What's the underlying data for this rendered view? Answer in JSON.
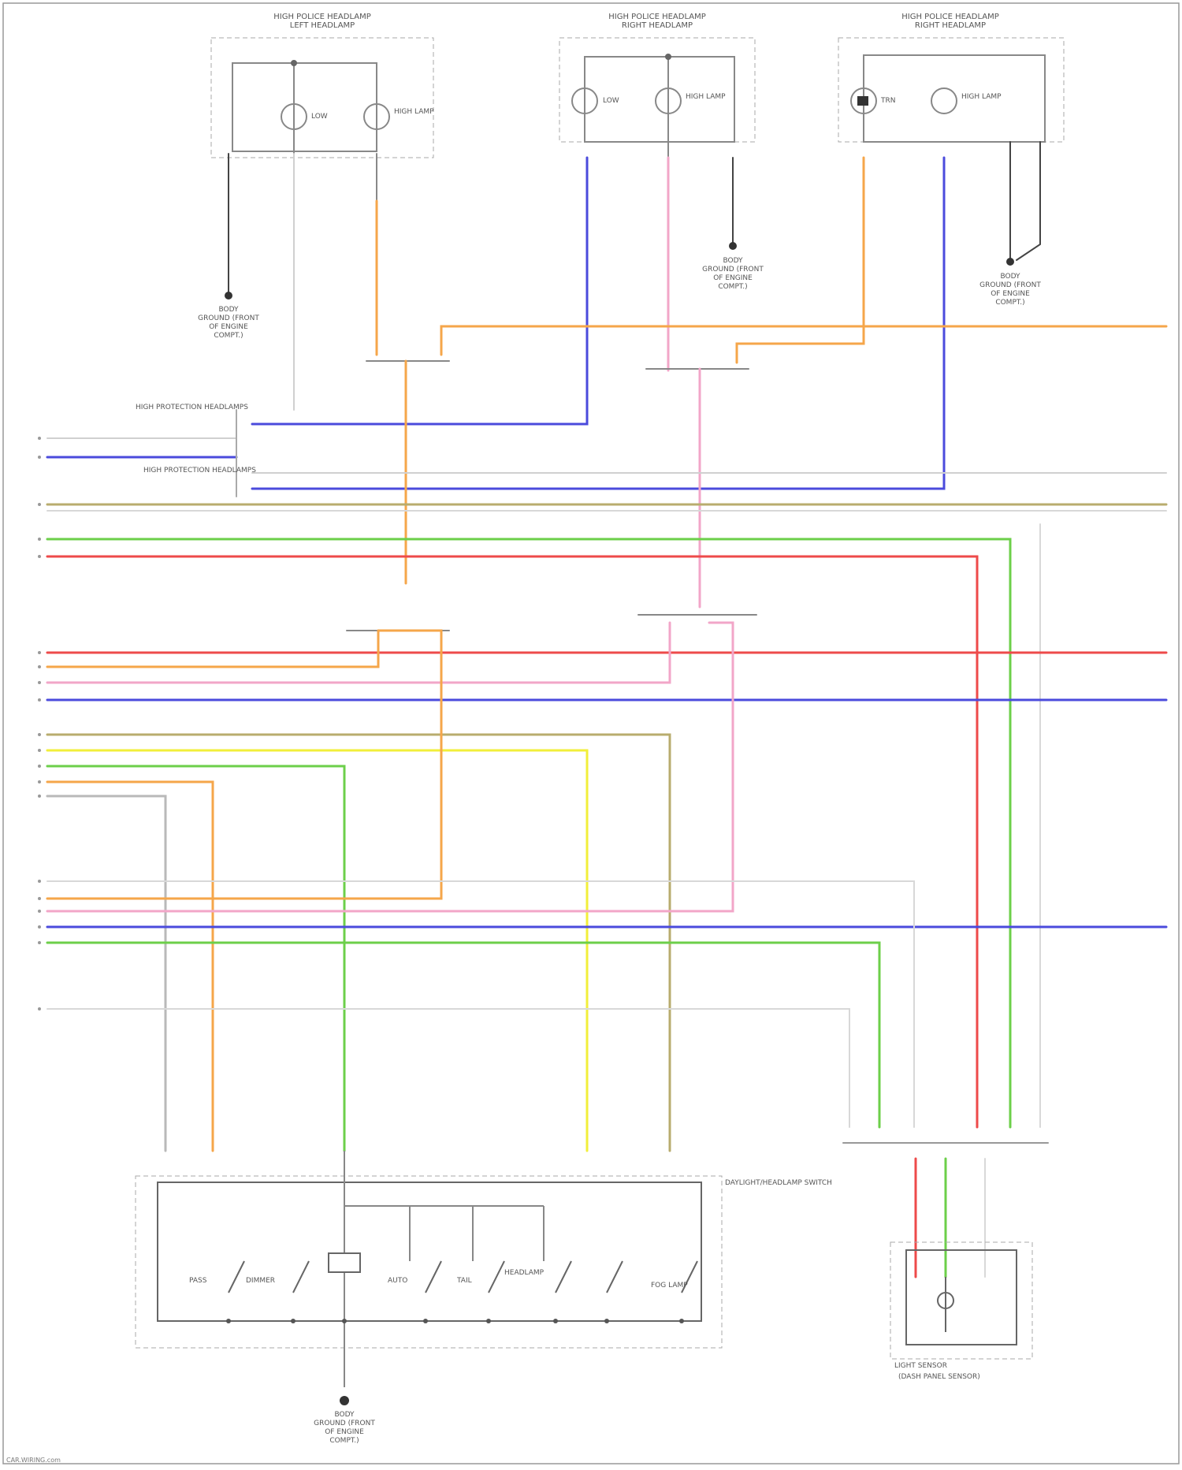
{
  "headlamps": [
    {
      "title_line1": "HIGH POLICE HEADLAMP",
      "title_line2": "LEFT HEADLAMP",
      "bulb1": "LOW",
      "bulb2": "HIGH LAMP"
    },
    {
      "title_line1": "HIGH POLICE HEADLAMP",
      "title_line2": "RIGHT HEADLAMP",
      "bulb1": "LOW",
      "bulb2": "HIGH LAMP"
    },
    {
      "title_line1": "HIGH POLICE HEADLAMP",
      "title_line2": "RIGHT HEADLAMP",
      "bulb1": "TRN",
      "bulb2": "HIGH LAMP"
    }
  ],
  "grounds": [
    {
      "l1": "BODY",
      "l2": "GROUND (FRONT",
      "l3": "OF ENGINE",
      "l4": "COMPT.)"
    },
    {
      "l1": "BODY",
      "l2": "GROUND (FRONT",
      "l3": "OF ENGINE",
      "l4": "COMPT.)"
    },
    {
      "l1": "BODY",
      "l2": "GROUND (FRONT",
      "l3": "OF ENGINE",
      "l4": "COMPT.)"
    },
    {
      "l1": "BODY",
      "l2": "GROUND (FRONT",
      "l3": "OF ENGINE",
      "l4": "COMPT.)"
    }
  ],
  "labels": {
    "dual_left": "HIGH PROTECTION HEADLAMPS",
    "dual_right": "HIGH PROTECTION HEADLAMPS",
    "switch_title": "DAYLIGHT/HEADLAMP SWITCH",
    "sensor_title": "LIGHT SENSOR",
    "sensor_sub": "(DASH PANEL SENSOR)",
    "footer": "CAR.WIRING.com"
  },
  "switch_positions": [
    "PASS",
    "DIMMER",
    "AUTO",
    "TAIL",
    "HEADLAMP",
    "FOG LAMP"
  ],
  "wire_colors": {
    "orange": "#f5a64a",
    "blue": "#4b4bdc",
    "pink": "#f2a6c8",
    "red": "#ee4a4a",
    "green": "#6ccf4a",
    "yellow": "#f2ef3a",
    "tan": "#b8ac6e",
    "gray": "#b9b9b9",
    "light_gray": "#d8d8d8",
    "black": "#222222"
  }
}
